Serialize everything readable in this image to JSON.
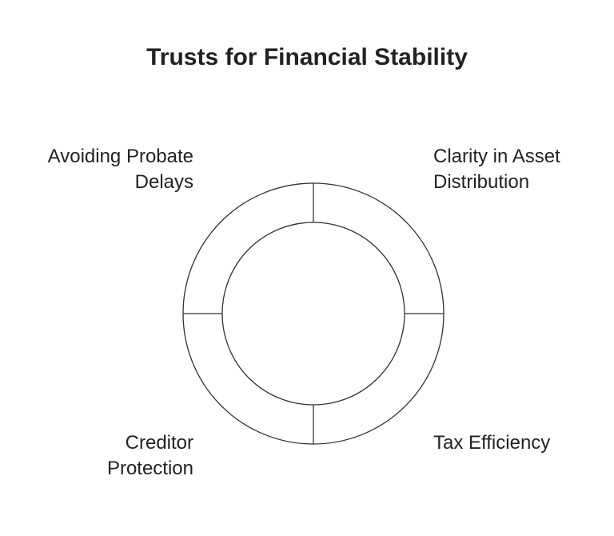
{
  "title": "Trusts for Financial Stability",
  "quadrants": [
    {
      "line1": "Avoiding Probate",
      "line2": "Delays"
    },
    {
      "line1": "Clarity in Asset",
      "line2": "Distribution"
    },
    {
      "line1": "Creditor",
      "line2": "Protection"
    },
    {
      "line1": "Tax Efficiency",
      "line2": ""
    }
  ]
}
